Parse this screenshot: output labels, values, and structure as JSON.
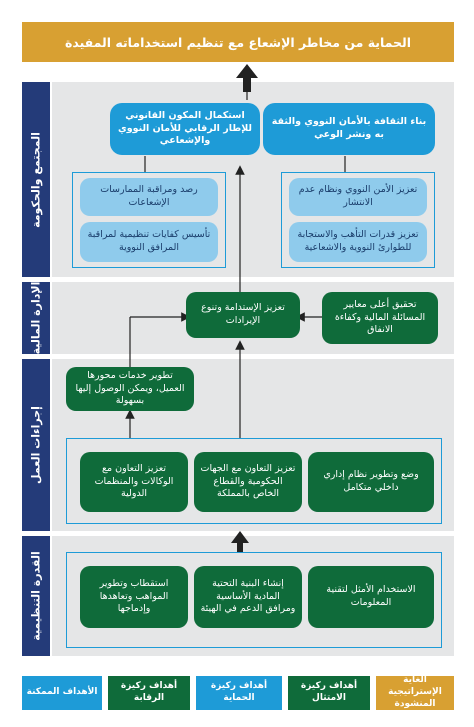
{
  "title": "الحماية من مخاطر الإشعاع مع تنظيم استخداماته المفيدة",
  "sections": {
    "community": "المجتمع والحكومة",
    "finance": "الإدارة المالية",
    "operations": "إجراءات العمل",
    "capacity": "القدرة التنظيمية"
  },
  "community": {
    "right_main": "بناء الثقافة بالأمان النووي والثقة به ونشر الوعي",
    "left_main": "استكمال المكون القانوني للإطار الرقابي للأمان النووي والإشعاعي",
    "right_sub": [
      "تعزيز الأمن النووي ونظام عدم الانتشار",
      "تعزيز قدرات التأهب والاستجابة للطوارئ النووية والاشعاعية"
    ],
    "left_sub": [
      "رصد ومراقبة الممارسات الإشعاعات",
      "تأسيس كفايات تنظيمية لمراقبة المرافق النووية"
    ]
  },
  "finance": {
    "right": "تحقيق أعلى معايير المسائلة المالية وكفاءة الانفاق",
    "center": "تعزيز الإستدامة وتنوع الإيرادات"
  },
  "operations": {
    "top": "تطوير خدمات محورها العميل، ويمكن الوصول إليها بسهولة",
    "items": [
      "وضع وتطوير نظام إداري داخلي متكامل",
      "تعزيز التعاون مع الجهات الحكومية والقطاع الخاص بالمملكة",
      "تعزيز التعاون مع الوكالات والمنظمات الدولية"
    ]
  },
  "capacity": {
    "items": [
      "الاستخدام الأمثل لتقنية المعلومات",
      "إنشاء البنية التحتية المادية الأساسية ومرافق الدعم في الهيئة",
      "استقطاب وتطوير المواهب وتعاهدها وإدماجها"
    ]
  },
  "legend": [
    {
      "label": "الغاية الإستراتيجية المنشودة",
      "color": "#d8a032"
    },
    {
      "label": "أهداف ركيزة الامتثال",
      "color": "#0f6b3a"
    },
    {
      "label": "أهداف ركيزة الحماية",
      "color": "#1e9bd7"
    },
    {
      "label": "أهداف ركيزة الرقابة",
      "color": "#0f6b3a"
    },
    {
      "label": "الأهداف الممكنة",
      "color": "#1e9bd7"
    }
  ]
}
